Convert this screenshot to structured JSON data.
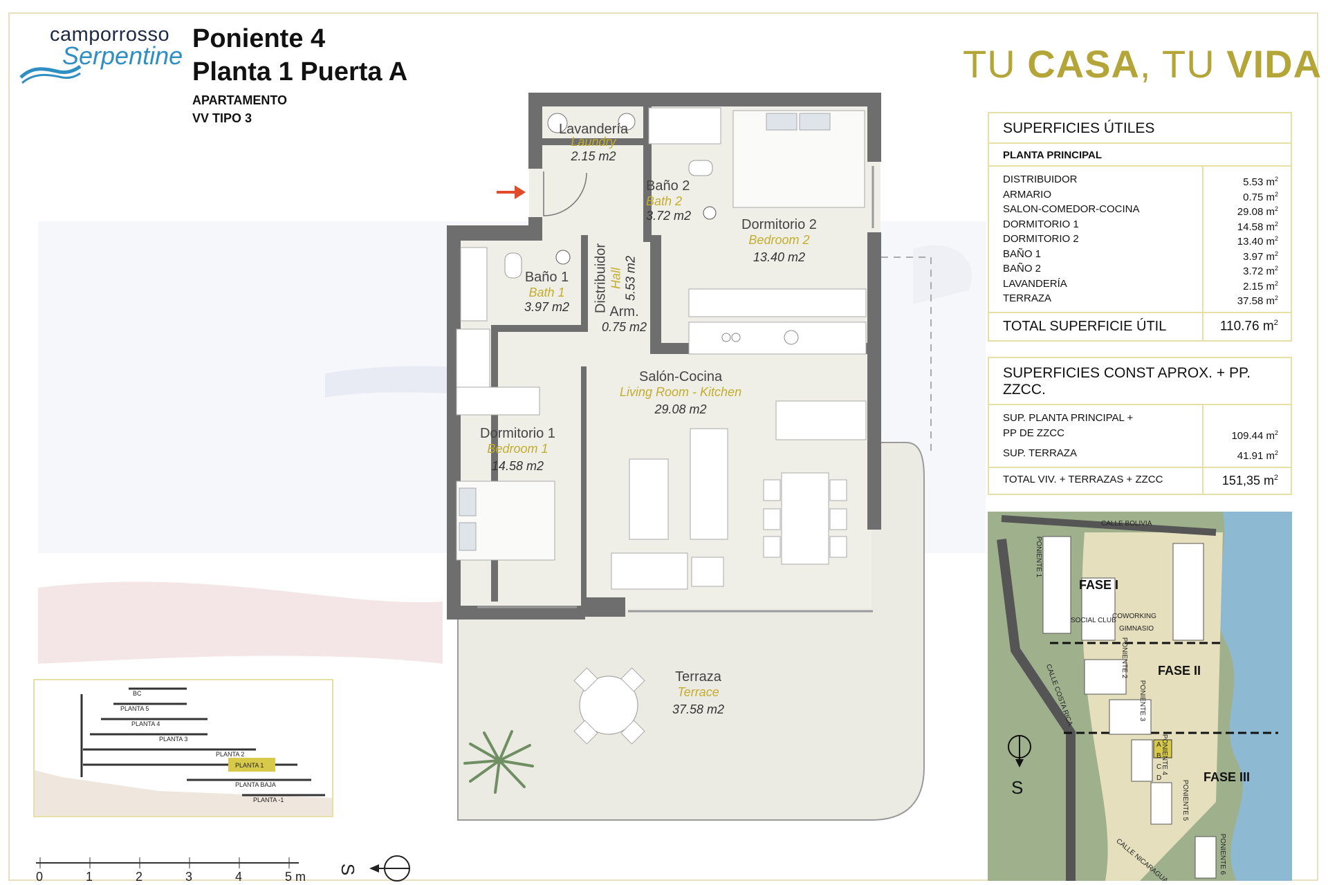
{
  "logo": {
    "top_text": "camporrosso",
    "main_text": "Serpentine"
  },
  "header": {
    "title_line1": "Poniente 4",
    "title_line2": "Planta 1 Puerta A",
    "subtitle_line1": "APARTAMENTO",
    "subtitle_line2": "VV TIPO 3"
  },
  "slogan": {
    "part1": "TU ",
    "part2": "CASA",
    "part3": ", TU ",
    "part4": "VIDA"
  },
  "superficies_utiles": {
    "title": "SUPERFICIES ÚTILES",
    "subtitle": "PLANTA PRINCIPAL",
    "rows": [
      {
        "label": "DISTRIBUIDOR",
        "value": "5.53 m"
      },
      {
        "label": "ARMARIO",
        "value": "0.75 m"
      },
      {
        "label": "SALON-COMEDOR-COCINA",
        "value": "29.08 m"
      },
      {
        "label": "DORMITORIO 1",
        "value": "14.58 m"
      },
      {
        "label": "DORMITORIO 2",
        "value": "13.40 m"
      },
      {
        "label": "BAÑO 1",
        "value": "3.97 m"
      },
      {
        "label": "BAÑO 2",
        "value": "3.72 m"
      },
      {
        "label": "LAVANDERÍA",
        "value": "2.15 m"
      },
      {
        "label": "TERRAZA",
        "value": "37.58 m"
      }
    ],
    "total_label": "TOTAL SUPERFICIE ÚTIL",
    "total_value": "110.76 m"
  },
  "superficies_const": {
    "title": "SUPERFICIES CONST APROX. + PP. ZZCC.",
    "row1_label_a": "SUP. PLANTA PRINCIPAL +",
    "row1_label_b": "PP DE ZZCC",
    "row1_value": "109.44 m",
    "row2_label": "SUP. TERRAZA",
    "row2_value": "41.91 m",
    "total_label": "TOTAL VIV. + TERRAZAS + ZZCC",
    "total_value": "151,35 m"
  },
  "unit_sup": "2",
  "rooms": {
    "lavanderia": {
      "es": "Lavandería",
      "en": "Laundry",
      "area": "2.15 m2"
    },
    "bano2": {
      "es": "Baño 2",
      "en": "Bath 2",
      "area": "3.72 m2"
    },
    "dormitorio2": {
      "es": "Dormitorio 2",
      "en": "Bedroom 2",
      "area": "13.40 m2"
    },
    "distribuidor": {
      "es": "Distribuidor",
      "en": "Hall",
      "area": "5.53 m2"
    },
    "bano1": {
      "es": "Baño 1",
      "en": "Bath 1",
      "area": "3.97 m2"
    },
    "armario": {
      "es": "Arm.",
      "area": "0.75 m2"
    },
    "salon": {
      "es": "Salón-Cocina",
      "en": "Living Room - Kitchen",
      "area": "29.08 m2"
    },
    "dormitorio1": {
      "es": "Dormitorio 1",
      "en": "Bedroom 1",
      "area": "14.58 m2"
    },
    "terraza": {
      "es": "Terraza",
      "en": "Terrace",
      "area": "37.58 m2"
    }
  },
  "section_levels": [
    "BC",
    "PLANTA 5",
    "PLANTA 4",
    "PLANTA 3",
    "PLANTA 2",
    "PLANTA 1",
    "PLANTA BAJA",
    "PLANTA -1"
  ],
  "site_map": {
    "streets": [
      "CALLE BOLIVIA",
      "CALLE COSTA RICA",
      "CALLE NICARAGUA"
    ],
    "phases": [
      "FASE I",
      "FASE II",
      "FASE III"
    ],
    "buildings": [
      "PONIENTE 1",
      "PONIENTE 2",
      "PONIENTE 3",
      "PONIENTE 4",
      "PONIENTE 5",
      "PONIENTE 6"
    ],
    "facilities": [
      "SOCIAL CLUB",
      "COWORKING",
      "GIMNASIO"
    ],
    "compass": "S",
    "unit_letters": [
      "A",
      "B",
      "C",
      "D"
    ]
  },
  "scale": {
    "ticks": [
      "0",
      "1",
      "2",
      "3",
      "4",
      "5 m"
    ],
    "compass": "S"
  },
  "colors": {
    "gold": "#b3a538",
    "table_border": "#e6dfa6",
    "room_en": "#c2ad2e",
    "wall": "#6b6b6b",
    "floor": "#eeece5"
  }
}
